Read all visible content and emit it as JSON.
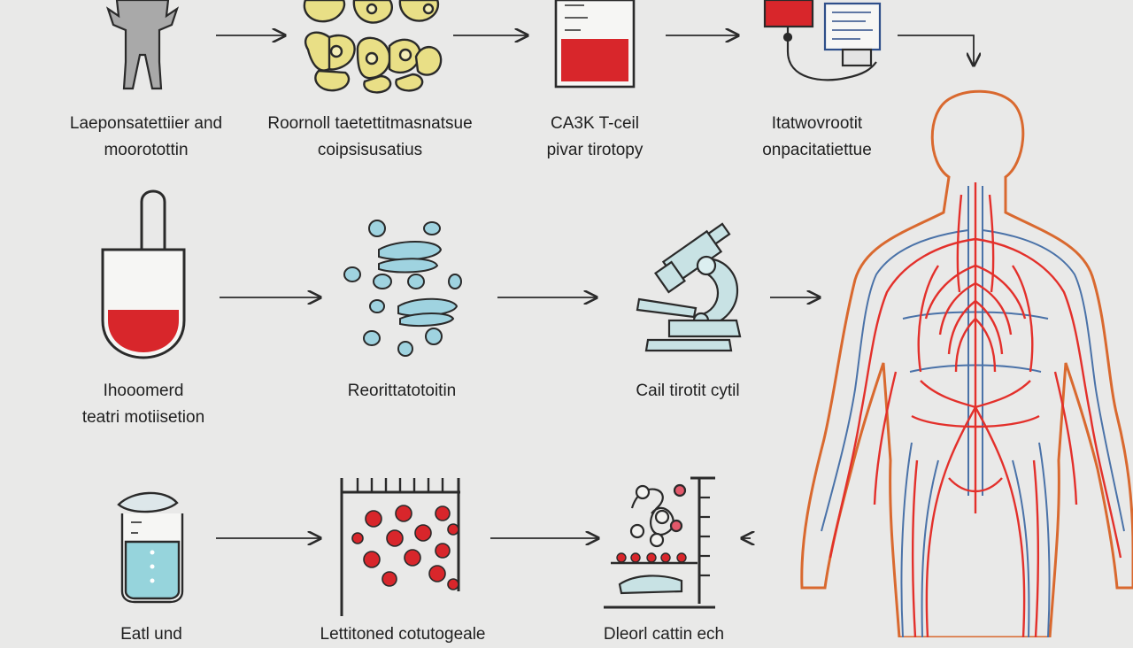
{
  "colors": {
    "background": "#e9e9e8",
    "ink": "#2a2a2a",
    "blood_red": "#d8262b",
    "cell_blue": "#9fd3e0",
    "flask_fill": "#96d4dc",
    "cell_yellow": "#e9df86",
    "body_outline": "#d9692f",
    "vessel_red": "#e3302b",
    "vessel_blue": "#4a72a8"
  },
  "steps": [
    {
      "id": "row1-person",
      "icon": "person-silhouette-icon",
      "lines": [
        "Laeponsatettiier and",
        "moorotottin"
      ]
    },
    {
      "id": "row1-cells",
      "icon": "yellow-cells-icon",
      "lines": [
        "Roornoll taetettitmasnatsue",
        "coipsisusatius"
      ]
    },
    {
      "id": "row1-bag",
      "icon": "blood-bag-icon",
      "lines": [
        "CA3K T-ceil",
        "pivar tirotopy"
      ]
    },
    {
      "id": "row1-infusion",
      "icon": "iv-infusion-icon",
      "lines": [
        "Itatwovrootit",
        "onpacitatiettue"
      ]
    },
    {
      "id": "row2-bag",
      "icon": "hanging-blood-bag-icon",
      "lines": [
        "Ihooomerd",
        "teatri motiisetion"
      ]
    },
    {
      "id": "row2-cells",
      "icon": "blue-cells-icon",
      "lines": [
        "Reorittatotoitin"
      ]
    },
    {
      "id": "row2-microscope",
      "icon": "microscope-icon",
      "lines": [
        "Cail tirotit cytil"
      ]
    },
    {
      "id": "row3-flask",
      "icon": "beaker-icon",
      "lines": [
        "Eatl und"
      ]
    },
    {
      "id": "row3-grid",
      "icon": "cell-grid-icon",
      "lines": [
        "Lettitoned cotutogeale"
      ]
    },
    {
      "id": "row3-lab",
      "icon": "lab-apparatus-icon",
      "lines": [
        "Dleorl cattin ech"
      ]
    }
  ],
  "body_figure": {
    "icon": "human-circulatory-body-icon"
  }
}
